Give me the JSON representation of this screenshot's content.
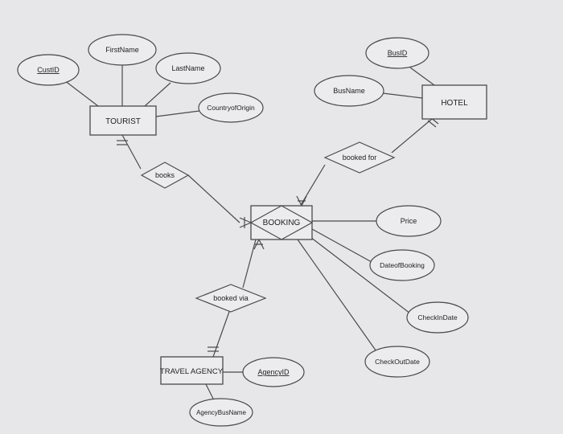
{
  "entities": {
    "tourist": "TOURIST",
    "hotel": "HOTEL",
    "booking": "BOOKING",
    "travel_agency": "TRAVEL AGENCY"
  },
  "attributes": {
    "cust_id": "CustID",
    "first_name": "FirstName",
    "last_name": "LastName",
    "country_of_origin": "CountryofOrigin",
    "bus_id": "BusID",
    "bus_name": "BusName",
    "price": "Price",
    "date_of_booking": "DateofBooking",
    "check_in_date": "CheckInDate",
    "check_out_date": "CheckOutDate",
    "agency_id": "AgencyID",
    "agency_bus_name": "AgencyBusName"
  },
  "relationships": {
    "books": "books",
    "booked_for": "booked for",
    "booked_via": "booked via"
  },
  "colors": {
    "background": "#e7e7e9",
    "stroke": "#4a4a4a",
    "text": "#222222"
  }
}
